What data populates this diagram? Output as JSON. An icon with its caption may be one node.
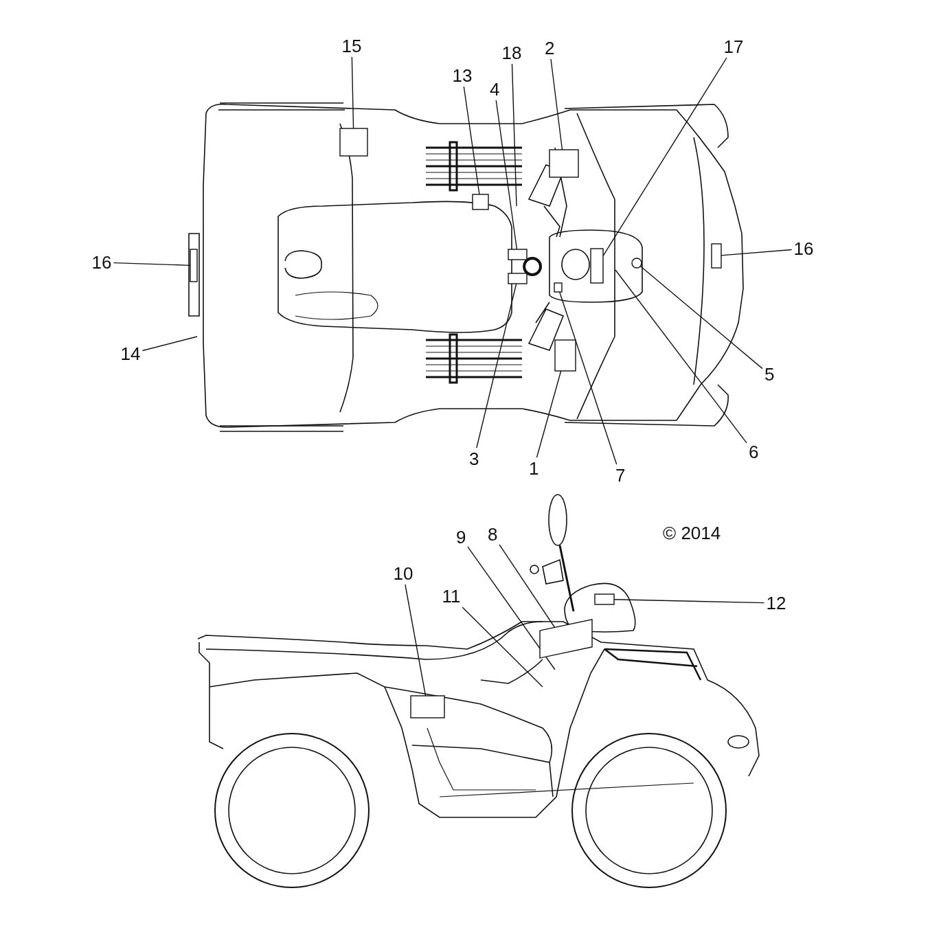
{
  "diagram": {
    "nodes": [
      {
        "text": [
          "15"
        ]
      },
      {
        "text": [
          "13"
        ]
      },
      {
        "text": [
          "4"
        ]
      },
      {
        "text": [
          "18"
        ]
      },
      {
        "text": [
          "2"
        ]
      },
      {
        "text": [
          "17"
        ]
      },
      {
        "text": [
          "16"
        ]
      },
      {
        "text": [
          "16"
        ]
      },
      {
        "text": [
          "14"
        ]
      },
      {
        "text": [
          "5"
        ]
      },
      {
        "text": [
          "6"
        ]
      },
      {
        "text": [
          "3"
        ]
      },
      {
        "text": [
          "1"
        ]
      },
      {
        "text": [
          "7"
        ]
      },
      {
        "text": [
          "9"
        ]
      },
      {
        "text": [
          "8"
        ]
      },
      {
        "text": [
          "10"
        ]
      },
      {
        "text": [
          "11"
        ]
      },
      {
        "text": [
          "12"
        ]
      },
      {
        "text": [],
        "shape": "box"
      },
      {
        "text": [],
        "shape": "box"
      },
      {
        "text": [],
        "shape": "box"
      },
      {
        "text": [],
        "shape": "box"
      },
      {
        "text": [],
        "shape": "box"
      },
      {
        "text": [],
        "shape": "box"
      },
      {
        "text": [],
        "shape": "box"
      },
      {
        "text": [],
        "shape": "circle"
      },
      {
        "text": [],
        "shape": "box"
      },
      {
        "text": [],
        "shape": "box"
      },
      {
        "text": [],
        "shape": "box"
      },
      {
        "text": [],
        "shape": "box"
      },
      {
        "text": [],
        "shape": "box"
      },
      {
        "text": [],
        "shape": "box"
      }
    ],
    "edges": [
      {
        "from": 0,
        "to": 19,
        "arrow": "none"
      },
      {
        "from": 1,
        "to": 21,
        "arrow": "none"
      },
      {
        "from": 2,
        "to": 22,
        "arrow": "none"
      },
      {
        "from": 3,
        "to": null,
        "arrow": "none"
      },
      {
        "from": 4,
        "to": 20,
        "arrow": "none"
      },
      {
        "from": 5,
        "to": 23,
        "arrow": "none"
      },
      {
        "from": 6,
        "to": 25,
        "arrow": "none"
      },
      {
        "from": 7,
        "to": 24,
        "arrow": "none"
      },
      {
        "from": 8,
        "to": null,
        "arrow": "none"
      },
      {
        "from": 9,
        "to": 26,
        "arrow": "none"
      },
      {
        "from": 10,
        "to": null,
        "arrow": "none"
      },
      {
        "from": 11,
        "to": 27,
        "arrow": "none"
      },
      {
        "from": 12,
        "to": 29,
        "arrow": "none"
      },
      {
        "from": 13,
        "to": 28,
        "arrow": "none"
      },
      {
        "from": 14,
        "to": null,
        "arrow": "none"
      },
      {
        "from": 15,
        "to": 30,
        "arrow": "none"
      },
      {
        "from": 16,
        "to": 31,
        "arrow": "none"
      },
      {
        "from": 17,
        "to": null,
        "arrow": "none"
      },
      {
        "from": 18,
        "to": 32,
        "arrow": "none"
      }
    ],
    "labels": [
      "© 2014"
    ]
  }
}
